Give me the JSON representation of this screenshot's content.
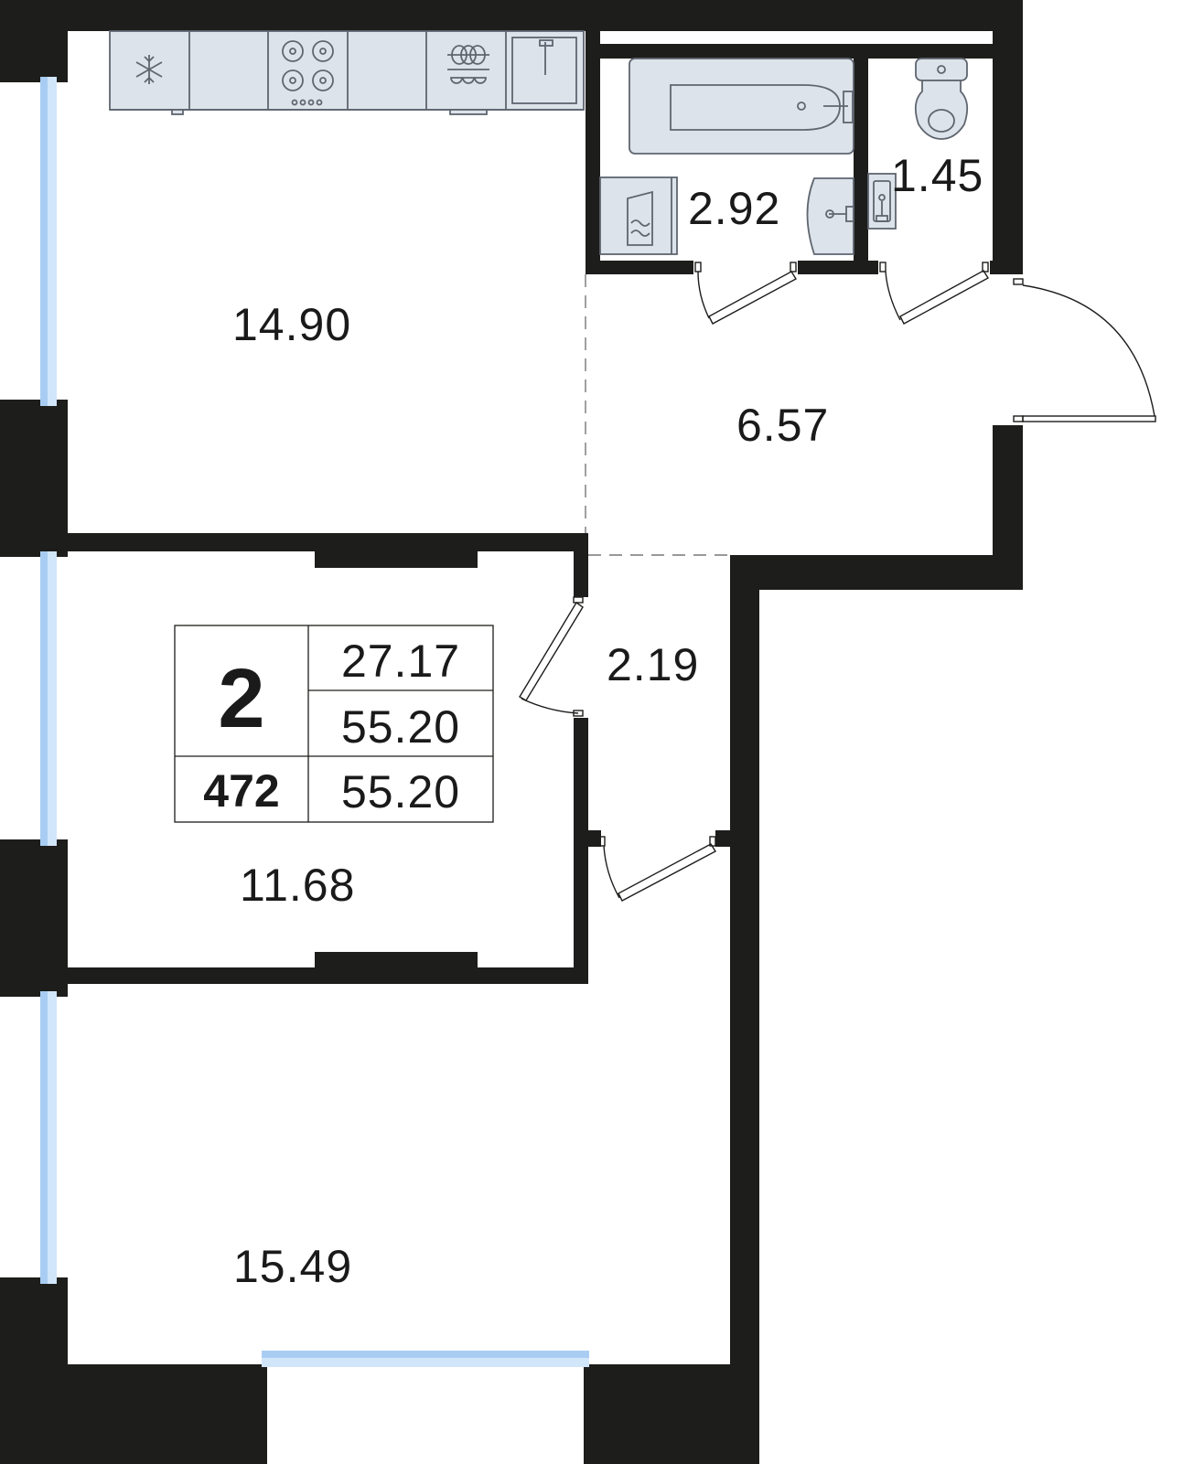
{
  "plan": {
    "rooms": [
      {
        "id": "kitchen",
        "area": "14.90"
      },
      {
        "id": "bathroom",
        "area": "2.92"
      },
      {
        "id": "toilet",
        "area": "1.45"
      },
      {
        "id": "hallway",
        "area": "6.57"
      },
      {
        "id": "corridor",
        "area": "2.19"
      },
      {
        "id": "bedroom",
        "area": "11.68"
      },
      {
        "id": "living-room",
        "area": "15.49"
      }
    ],
    "info": {
      "rooms_count": "2",
      "apartment_number": "472",
      "living_area": "27.17",
      "total_area": "55.20",
      "total_area_with_balcony": "55.20"
    },
    "icons": [
      "snowflake-icon",
      "stove-icon",
      "dishwasher-icon",
      "sink-icon",
      "bathtub-icon",
      "washing-machine-icon",
      "washbasin-icon",
      "toilet-icon"
    ],
    "colors": {
      "wall": "#1d1d1b",
      "window_glass": "#a9cdf2",
      "fixture_fill": "#dde3ea",
      "fixture_stroke": "#5f6670"
    }
  }
}
